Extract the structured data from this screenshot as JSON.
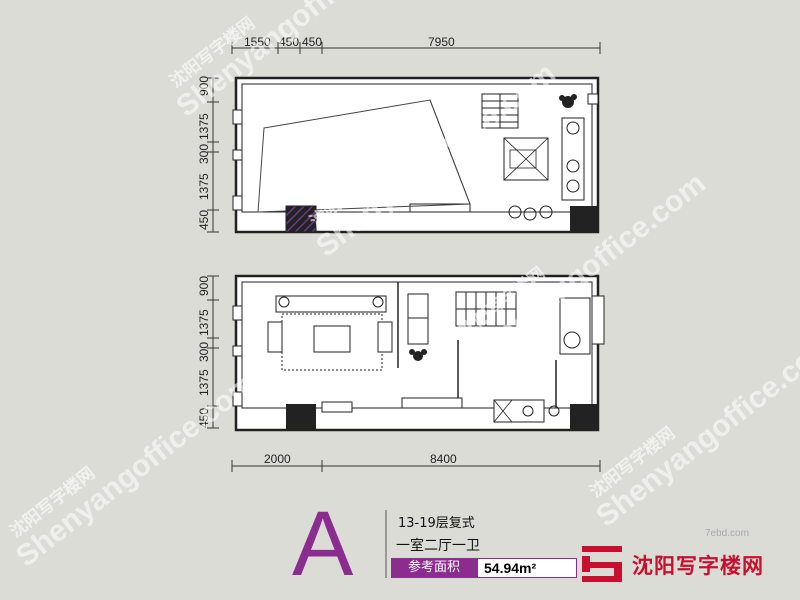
{
  "plan_upper": {
    "top_dims": [
      "1550",
      "450",
      "450",
      "7950"
    ],
    "side_dims": [
      "900",
      "1375",
      "300",
      "1375",
      "450"
    ]
  },
  "plan_lower": {
    "side_dims": [
      "900",
      "1375",
      "300",
      "1375",
      "450"
    ],
    "bottom_dims": [
      "2000",
      "8400"
    ]
  },
  "unit": {
    "letter": "A",
    "floors": "13-19层复式",
    "layout": "一室二厅一卫",
    "area_label": "参考面积",
    "area_value": "54.94m²"
  },
  "watermark": {
    "text": "Shenyangoffice.com",
    "text_cn": "沈阳写字楼网"
  },
  "footer": {
    "site_url": "7ebd.com",
    "brand_name": "沈阳写字楼网"
  },
  "colors": {
    "accent": "#8a2d8f",
    "brand_red": "#c8102e",
    "background": "#dcdcd6",
    "wall": "#2a2a2a"
  }
}
